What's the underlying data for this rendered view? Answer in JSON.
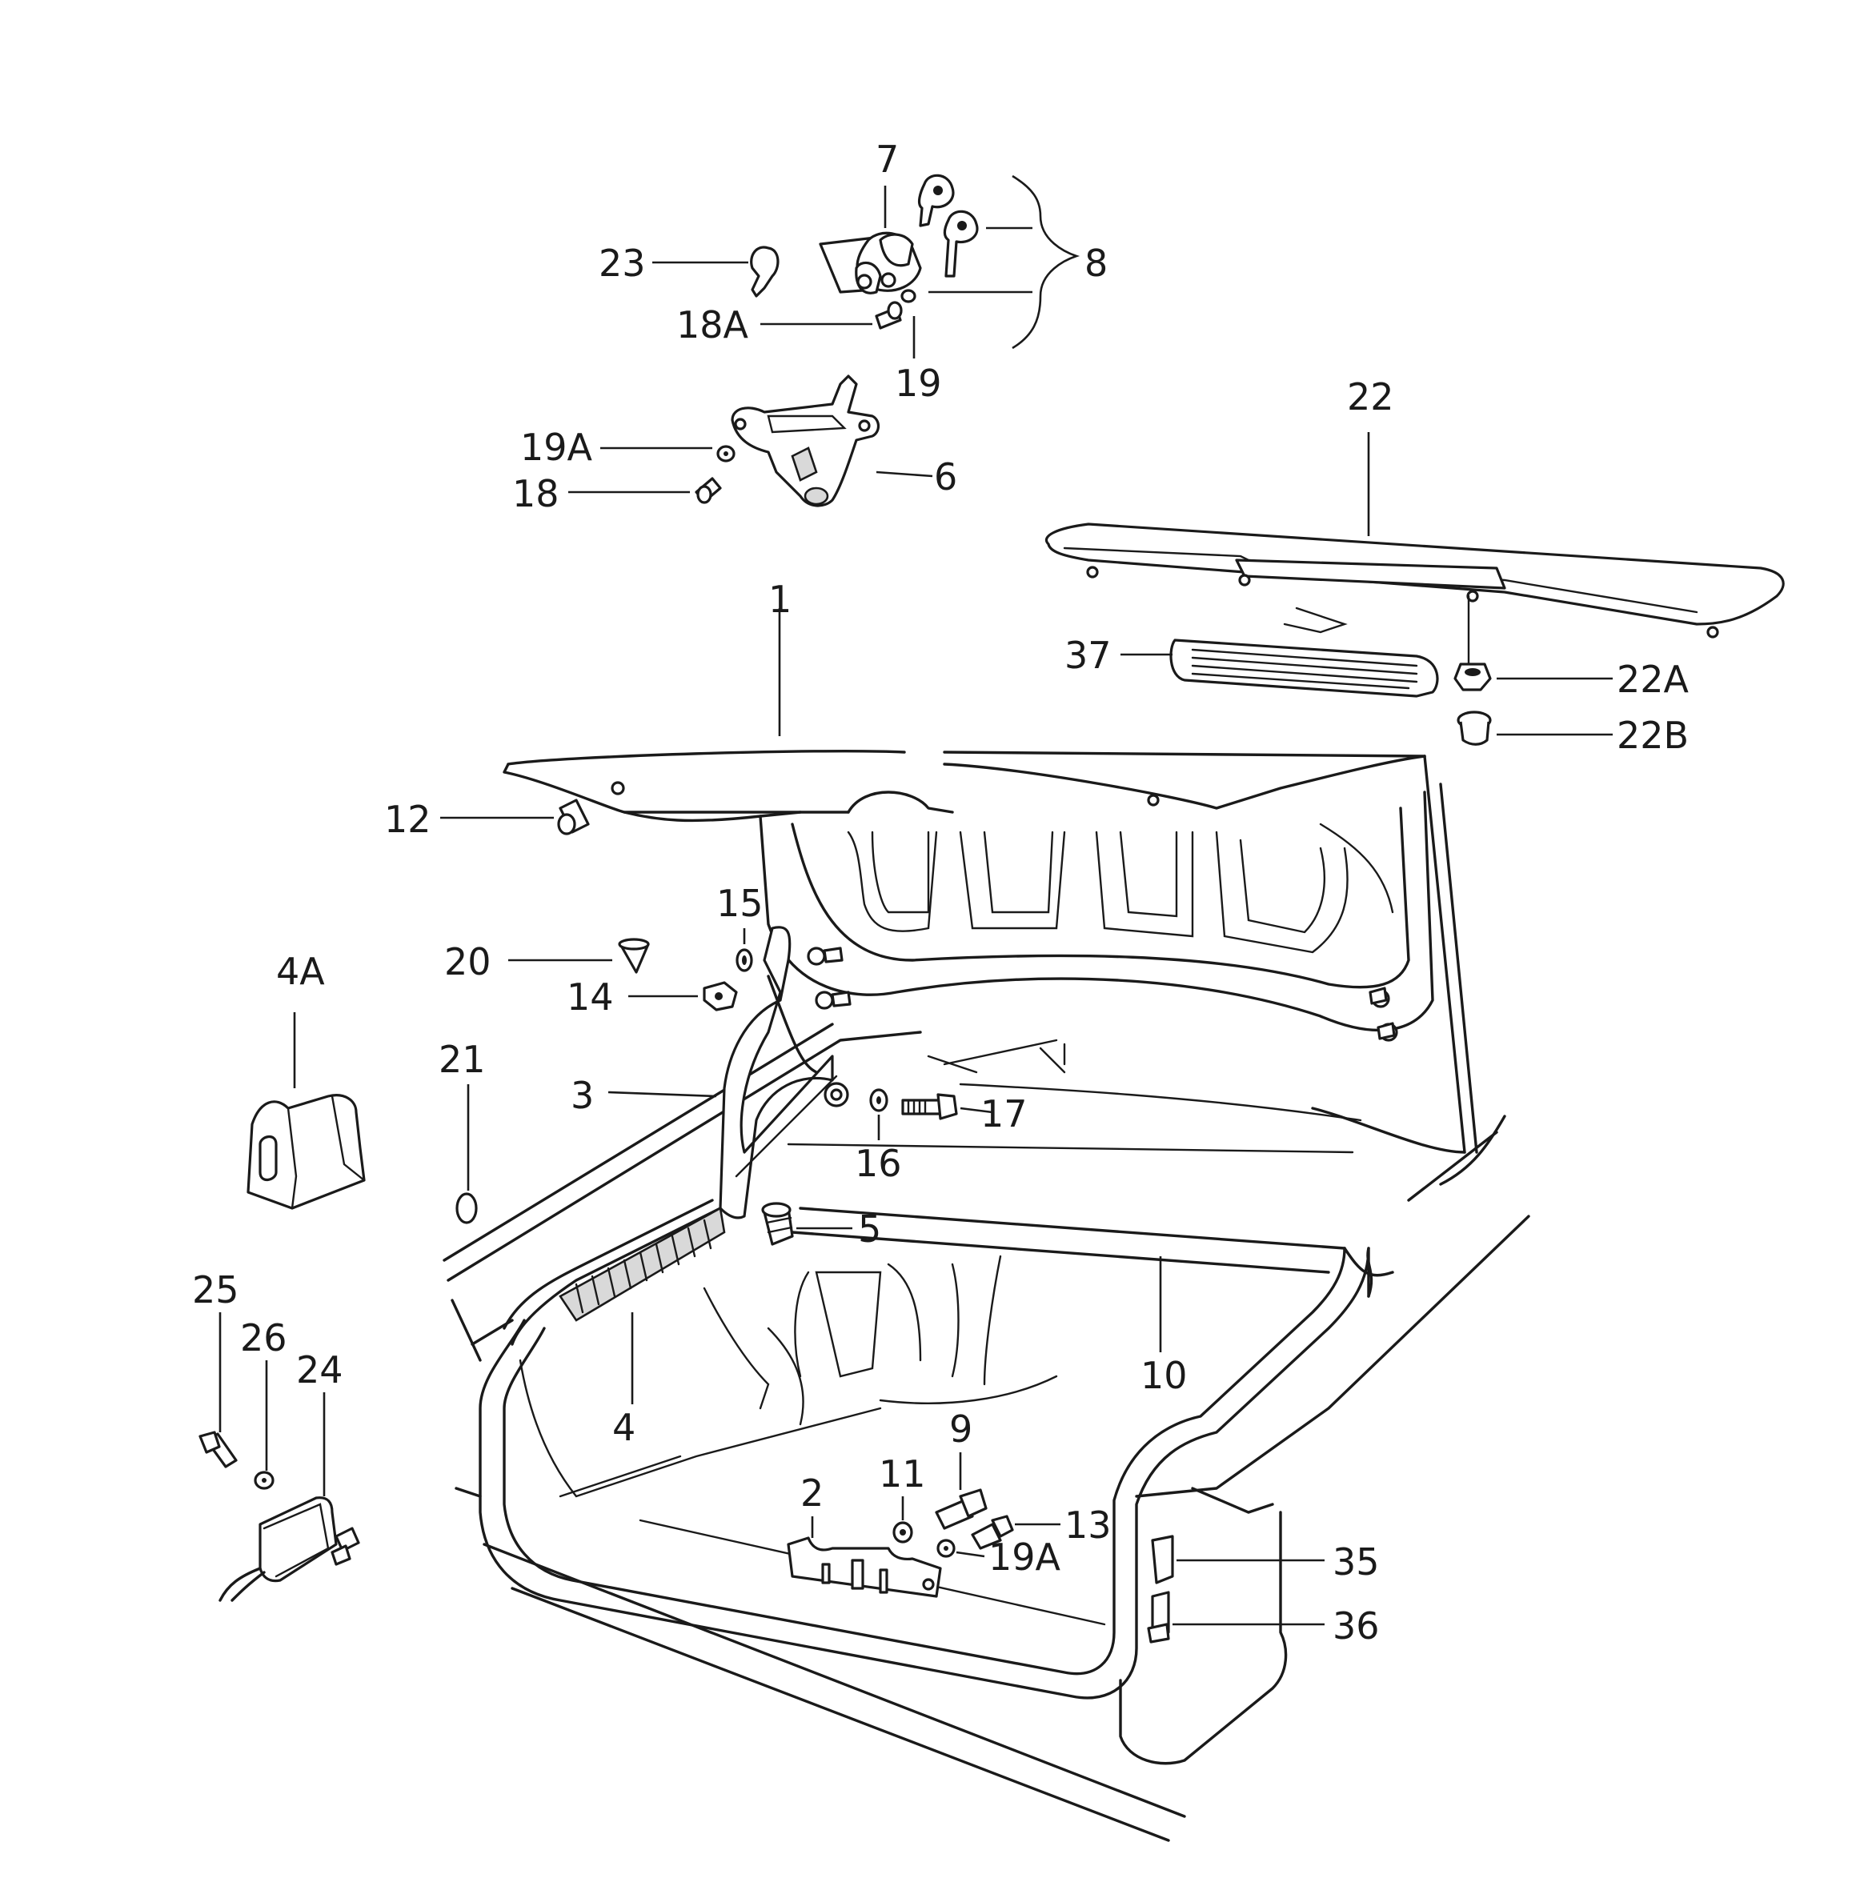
{
  "callouts": [
    {
      "id": "c7",
      "text": "7"
    },
    {
      "id": "c8",
      "text": "8"
    },
    {
      "id": "c23",
      "text": "23"
    },
    {
      "id": "c18A",
      "text": "18A"
    },
    {
      "id": "c19",
      "text": "19"
    },
    {
      "id": "c19A_top",
      "text": "19A"
    },
    {
      "id": "c18",
      "text": "18"
    },
    {
      "id": "c6",
      "text": "6"
    },
    {
      "id": "c22",
      "text": "22"
    },
    {
      "id": "c1",
      "text": "1"
    },
    {
      "id": "c37",
      "text": "37"
    },
    {
      "id": "c22A",
      "text": "22A"
    },
    {
      "id": "c22B",
      "text": "22B"
    },
    {
      "id": "c12",
      "text": "12"
    },
    {
      "id": "c15",
      "text": "15"
    },
    {
      "id": "c20",
      "text": "20"
    },
    {
      "id": "c14",
      "text": "14"
    },
    {
      "id": "c4A",
      "text": "4A"
    },
    {
      "id": "c21",
      "text": "21"
    },
    {
      "id": "c3",
      "text": "3"
    },
    {
      "id": "c17",
      "text": "17"
    },
    {
      "id": "c16",
      "text": "16"
    },
    {
      "id": "c5",
      "text": "5"
    },
    {
      "id": "c10",
      "text": "10"
    },
    {
      "id": "c4",
      "text": "4"
    },
    {
      "id": "c25",
      "text": "25"
    },
    {
      "id": "c26",
      "text": "26"
    },
    {
      "id": "c24",
      "text": "24"
    },
    {
      "id": "c9",
      "text": "9"
    },
    {
      "id": "c11",
      "text": "11"
    },
    {
      "id": "c2",
      "text": "2"
    },
    {
      "id": "c13",
      "text": "13"
    },
    {
      "id": "c19A_bottom",
      "text": "19A"
    },
    {
      "id": "c35",
      "text": "35"
    },
    {
      "id": "c36",
      "text": "36"
    }
  ]
}
